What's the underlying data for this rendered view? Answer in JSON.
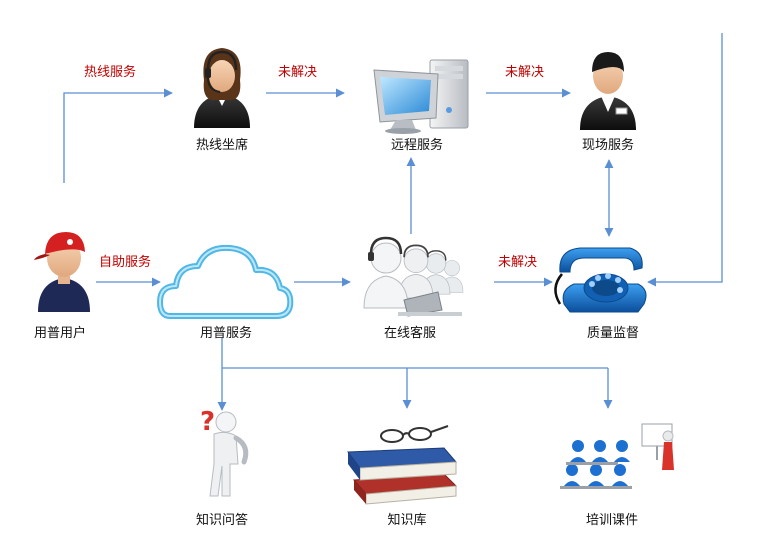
{
  "nodes": {
    "user": "用普用户",
    "hotline_seat": "热线坐席",
    "remote_service": "远程服务",
    "onsite_service": "现场服务",
    "yongpu_service": "用普服务",
    "online_support": "在线客服",
    "quality_supervision": "质量监督",
    "knowledge_qa": "知识问答",
    "knowledge_base": "知识库",
    "training_courseware": "培训课件"
  },
  "edges": {
    "hotline_service": "热线服务",
    "self_service": "自助服务",
    "unresolved_1": "未解决",
    "unresolved_2": "未解决",
    "unresolved_3": "未解决"
  },
  "colors": {
    "connector": "#5b8fd3",
    "edge_label": "#c00000",
    "cloud_stroke": "#4fb8e6",
    "phone_body": "#1a6fc4",
    "book_blue": "#2e5aa8",
    "book_red": "#b0302a"
  },
  "icons": {
    "user": "user-red-cap-icon",
    "hotline_seat": "headset-agent-icon",
    "remote_service": "desktop-computer-icon",
    "onsite_service": "engineer-icon",
    "yongpu_service": "cloud-icon",
    "online_support": "call-center-team-icon",
    "quality_supervision": "rotary-phone-icon",
    "knowledge_qa": "question-figure-icon",
    "knowledge_base": "books-glasses-icon",
    "training_courseware": "classroom-icon"
  }
}
